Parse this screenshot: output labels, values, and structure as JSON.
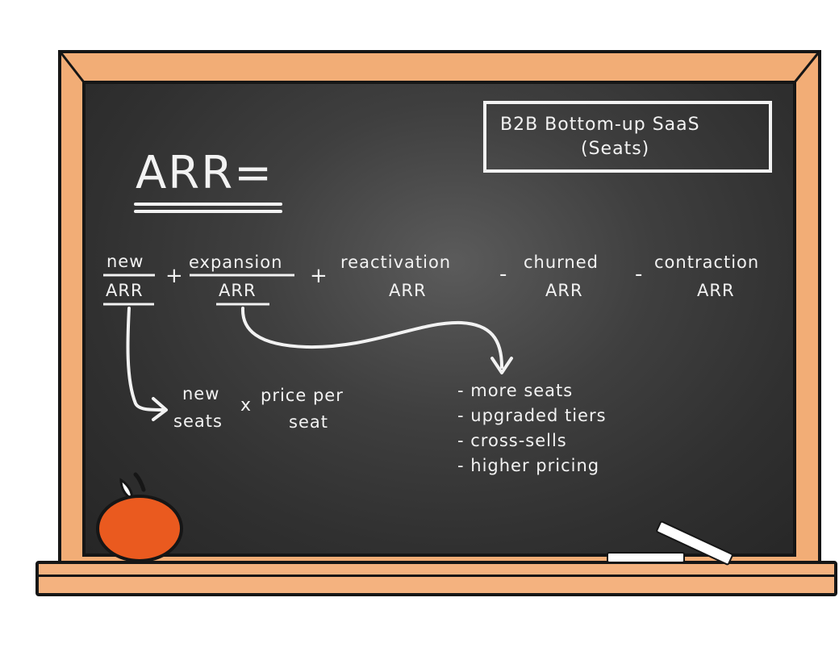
{
  "board": {
    "badge_line1": "B2B Bottom-up SaaS",
    "badge_line2": "(Seats)",
    "formula_title": "ARR=",
    "terms": [
      {
        "top": "new",
        "bottom": "ARR"
      },
      {
        "top": "expansion",
        "bottom": "ARR"
      },
      {
        "top": "reactivation",
        "bottom": "ARR"
      },
      {
        "top": "churned",
        "bottom": "ARR"
      },
      {
        "top": "contraction",
        "bottom": "ARR"
      }
    ],
    "operators": [
      "+",
      "+",
      "-",
      "-"
    ],
    "new_breakdown": {
      "left_top": "new",
      "left_bottom": "seats",
      "times": "x",
      "right_top": "price per",
      "right_bottom": "seat"
    },
    "expansion_items": [
      "- more seats",
      "- upgraded tiers",
      "- cross-sells",
      "- higher pricing"
    ]
  },
  "colors": {
    "chalkboard": "#333333",
    "frame": "#f2ad76",
    "chalk": "#f2f2f2",
    "apple": "#ea5a1f"
  }
}
